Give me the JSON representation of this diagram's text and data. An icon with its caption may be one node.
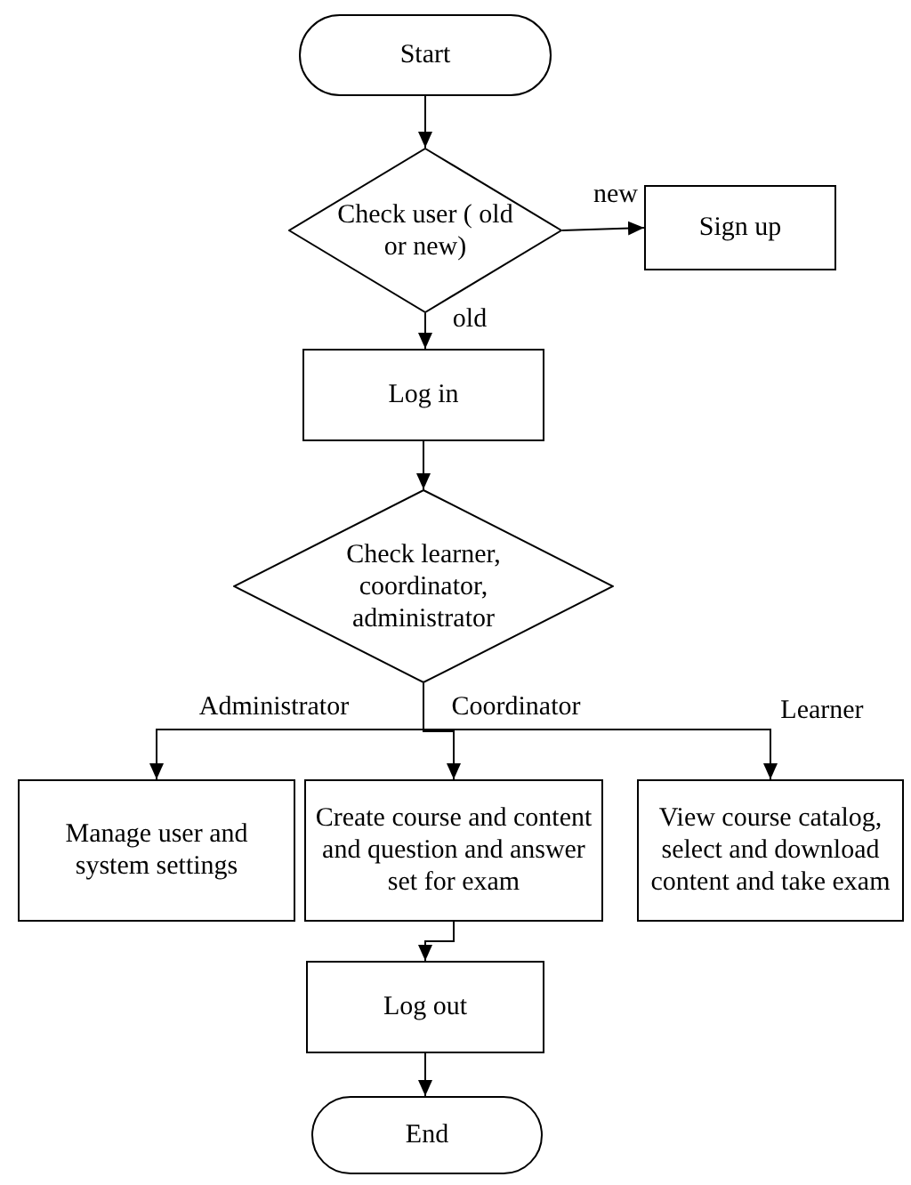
{
  "diagram": {
    "nodes": [
      {
        "text": [
          "Start"
        ]
      },
      {
        "text": [
          "Check user ( old or new)"
        ]
      },
      {
        "text": [
          "Sign up"
        ]
      },
      {
        "text": [
          "Log in"
        ]
      },
      {
        "text": [
          "Check learner, coordinator, administrator"
        ]
      },
      {
        "text": [
          "Manage user and system settings"
        ]
      },
      {
        "text": [
          "Create course and content and question and answer set for exam"
        ]
      },
      {
        "text": [
          "View course catalog, select and download content and take exam"
        ]
      },
      {
        "text": [
          "Log out"
        ]
      },
      {
        "text": [
          "End"
        ]
      }
    ],
    "edges": [
      {
        "from": 0,
        "to": 1,
        "arrow": "to"
      },
      {
        "from": 1,
        "to": 2,
        "arrow": "to",
        "label": "new"
      },
      {
        "from": 1,
        "to": 3,
        "arrow": "to",
        "label": "old"
      },
      {
        "from": 3,
        "to": 4,
        "arrow": "to"
      },
      {
        "from": 4,
        "to": 5,
        "arrow": "to",
        "label": "Administrator"
      },
      {
        "from": 4,
        "to": 6,
        "arrow": "to",
        "label": "Coordinator"
      },
      {
        "from": 4,
        "to": 7,
        "arrow": "to",
        "label": "Learner"
      },
      {
        "from": 6,
        "to": 8,
        "arrow": "to"
      },
      {
        "from": 8,
        "to": 9,
        "arrow": "to"
      }
    ]
  }
}
